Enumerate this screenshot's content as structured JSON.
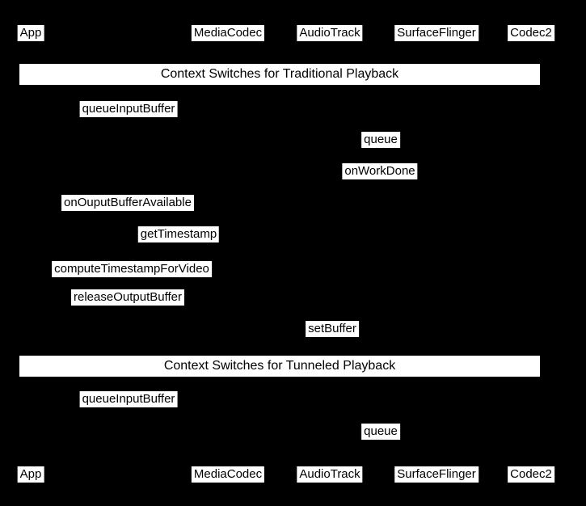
{
  "diagram": {
    "type": "sequence-diagram",
    "colors": {
      "background": "#000000",
      "label_background": "#ffffff",
      "label_text": "#000000"
    },
    "actors": [
      "App",
      "MediaCodec",
      "AudioTrack",
      "SurfaceFlinger",
      "Codec2"
    ],
    "sections": [
      {
        "title": "Context Switches for Traditional Playback",
        "messages": [
          "queueInputBuffer",
          "queue",
          "onWorkDone",
          "onOuputBufferAvailable",
          "getTimestamp",
          "computeTimestampForVideo",
          "releaseOutputBuffer",
          "setBuffer"
        ]
      },
      {
        "title": "Context Switches for Tunneled Playback",
        "messages": [
          "queueInputBuffer",
          "queue"
        ]
      }
    ]
  }
}
